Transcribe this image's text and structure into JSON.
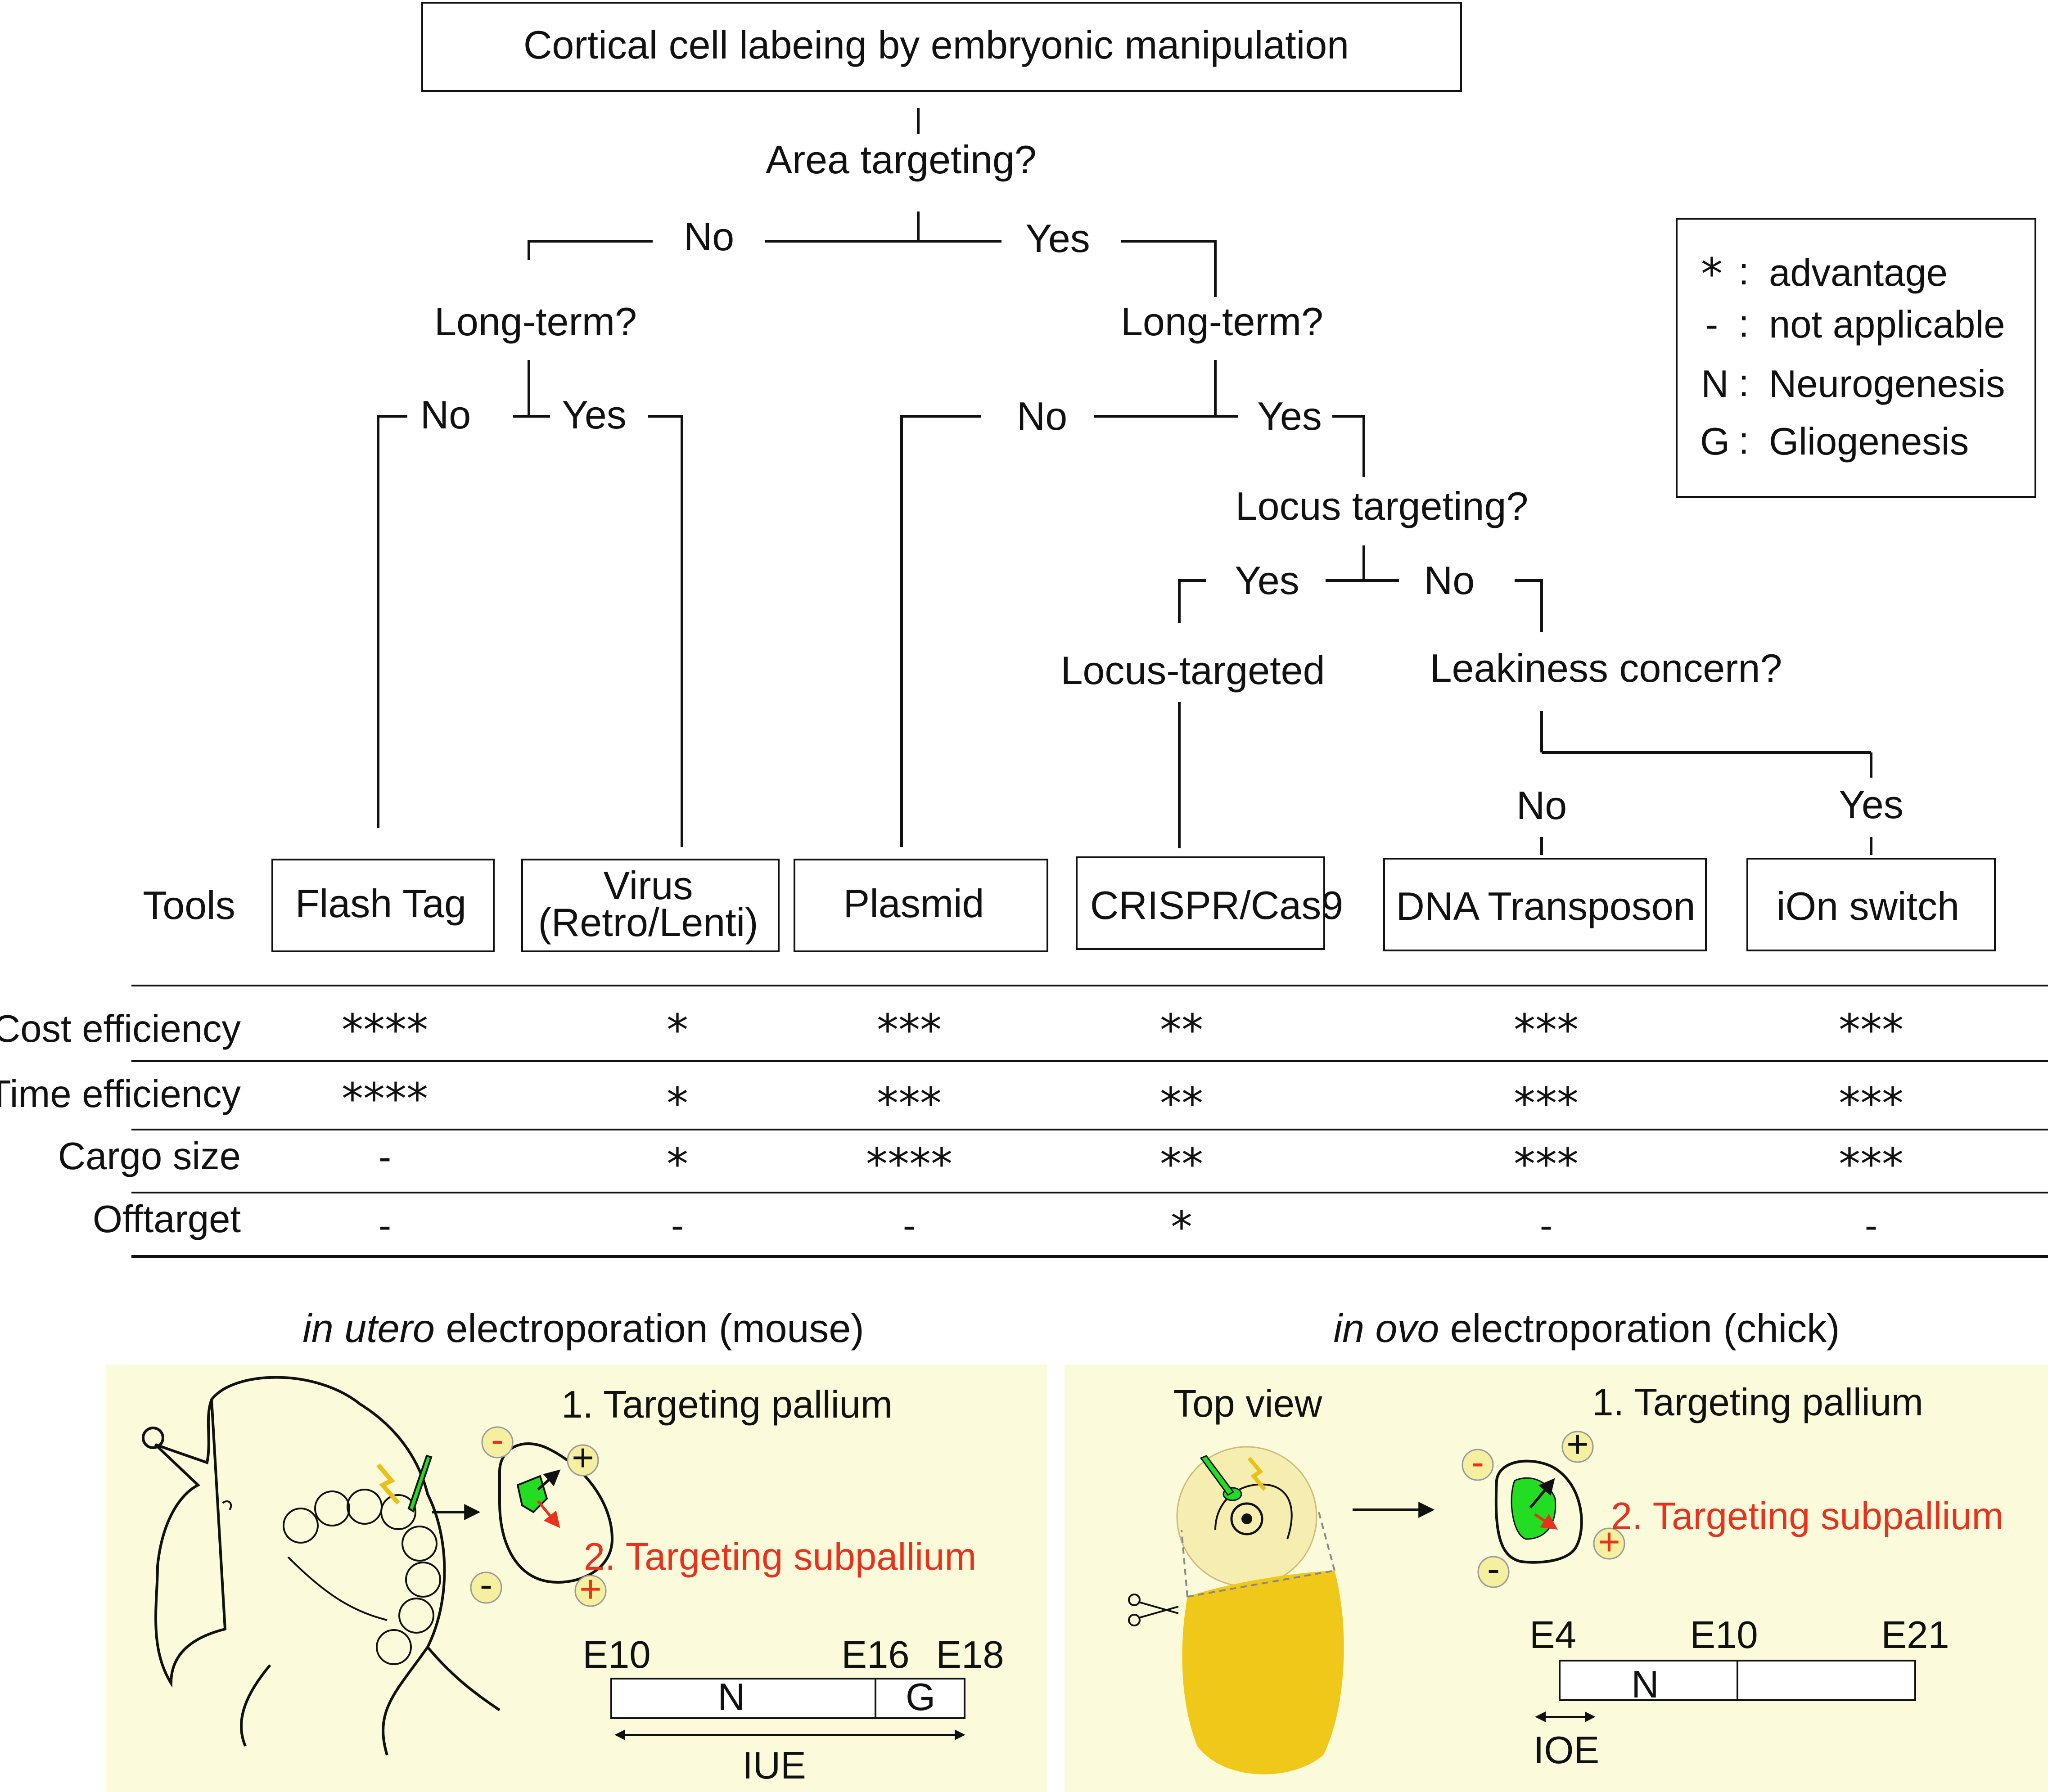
{
  "title": "Cortical cell labeing by embryonic manipulation",
  "decision": {
    "area_targeting": "Area targeting?",
    "no": "No",
    "yes": "Yes",
    "long_term": "Long-term?",
    "locus_targeting": "Locus targeting?",
    "locus_targeted": "Locus-targeted",
    "leakiness": "Leakiness concern?"
  },
  "legend": [
    {
      "symbol": "*",
      "sep": ":",
      "text": "advantage"
    },
    {
      "symbol": "-",
      "sep": ":",
      "text": "not applicable"
    },
    {
      "symbol": "N",
      "sep": ":",
      "text": "Neurogenesis"
    },
    {
      "symbol": "G",
      "sep": ":",
      "text": "Gliogenesis"
    }
  ],
  "tools_label": "Tools",
  "tools": [
    {
      "line1": "Flash Tag",
      "line2": ""
    },
    {
      "line1": "Virus",
      "line2": "(Retro/Lenti)"
    },
    {
      "line1": "Plasmid",
      "line2": ""
    },
    {
      "line1": "CRISPR/Cas9",
      "line2": ""
    },
    {
      "line1": "DNA Transposon",
      "line2": ""
    },
    {
      "line1": "iOn switch",
      "line2": ""
    }
  ],
  "comparison": {
    "rows": [
      {
        "label": "Cost efficiency",
        "values": [
          "****",
          "*",
          "***",
          "**",
          "***",
          "***"
        ]
      },
      {
        "label": "Time efficiency",
        "values": [
          "****",
          "*",
          "***",
          "**",
          "***",
          "***"
        ]
      },
      {
        "label": "Cargo size",
        "values": [
          "-",
          "*",
          "****",
          "**",
          "***",
          "***"
        ]
      },
      {
        "label": "Offtarget",
        "values": [
          "-",
          "-",
          "-",
          "*",
          "-",
          "-"
        ]
      }
    ]
  },
  "mouse_panel": {
    "title_italic": "in utero",
    "title_rest": " electroporation (mouse)",
    "step1": "1. Targeting pallium",
    "step2": "2. Targeting subpallium",
    "plus": "+",
    "minus": "-",
    "timeline": {
      "ticks": [
        "E10",
        "E16",
        "E18"
      ],
      "segments": [
        "N",
        "G"
      ],
      "span_label": "IUE"
    }
  },
  "chick_panel": {
    "title_italic": "in ovo",
    "title_rest": " electroporation (chick)",
    "top_view": "Top view",
    "step1": "1. Targeting pallium",
    "step2": "2. Targeting subpallium",
    "plus": "+",
    "minus": "-",
    "timeline": {
      "ticks": [
        "E4",
        "E10",
        "E21"
      ],
      "segments": [
        "N"
      ],
      "span_label": "IOE"
    }
  },
  "colors": {
    "panel_bg": "#fbfbdc",
    "green": "#22dd22",
    "red": "#e8321e",
    "yolk": "#f0c81a",
    "electrode_bg": "#f5f0a0"
  }
}
